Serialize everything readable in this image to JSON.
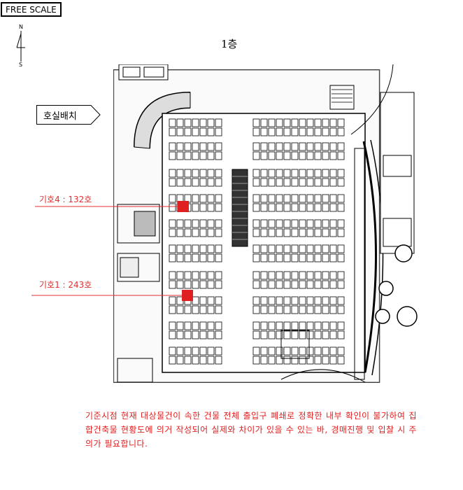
{
  "scale_label": "FREE SCALE",
  "compass": {
    "north": "N",
    "south": "S"
  },
  "floor_title": "1층",
  "room_layout_tag": "호실배치",
  "callouts": [
    {
      "label": "기호4 : 132호"
    },
    {
      "label": "기호1 : 243호"
    }
  ],
  "notice": "기준시점 현재 대상물건이 속한 건물 전체 출입구 폐쇄로 정확한 내부 확인이 불가하여 집합건축물 현황도에 의거 작성되어 실제와 차이가 있을 수 있는 바, 경매진행 및 입찰 시 주의가 필요합니다.",
  "colors": {
    "marker": "#e02020",
    "line": "#000000",
    "accent_red": "#e03030"
  }
}
